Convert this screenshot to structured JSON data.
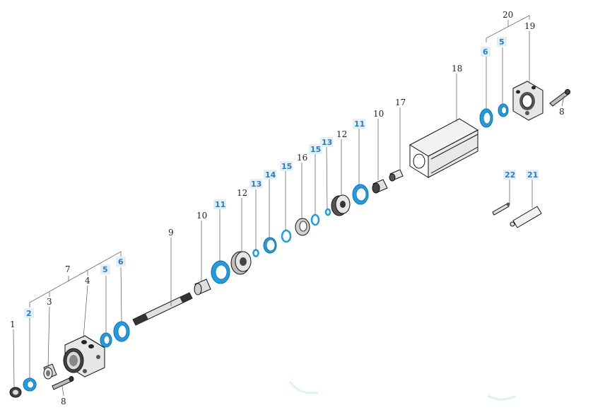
{
  "diagram": {
    "labels": [
      {
        "id": "1",
        "text": "1",
        "seal": false
      },
      {
        "id": "2",
        "text": "2",
        "seal": true
      },
      {
        "id": "3",
        "text": "3",
        "seal": false
      },
      {
        "id": "4",
        "text": "4",
        "seal": false
      },
      {
        "id": "5a",
        "text": "5",
        "seal": true
      },
      {
        "id": "6a",
        "text": "6",
        "seal": true
      },
      {
        "id": "7",
        "text": "7",
        "seal": false
      },
      {
        "id": "8a",
        "text": "8",
        "seal": false
      },
      {
        "id": "9",
        "text": "9",
        "seal": false
      },
      {
        "id": "10a",
        "text": "10",
        "seal": false
      },
      {
        "id": "11a",
        "text": "11",
        "seal": true
      },
      {
        "id": "12a",
        "text": "12",
        "seal": false
      },
      {
        "id": "13a",
        "text": "13",
        "seal": true
      },
      {
        "id": "14",
        "text": "14",
        "seal": true
      },
      {
        "id": "15a",
        "text": "15",
        "seal": true
      },
      {
        "id": "16",
        "text": "16",
        "seal": false
      },
      {
        "id": "15b",
        "text": "15",
        "seal": true
      },
      {
        "id": "13b",
        "text": "13",
        "seal": true
      },
      {
        "id": "12b",
        "text": "12",
        "seal": false
      },
      {
        "id": "11b",
        "text": "11",
        "seal": true
      },
      {
        "id": "10b",
        "text": "10",
        "seal": false
      },
      {
        "id": "17",
        "text": "17",
        "seal": false
      },
      {
        "id": "18",
        "text": "18",
        "seal": false
      },
      {
        "id": "6b",
        "text": "6",
        "seal": true
      },
      {
        "id": "5b",
        "text": "5",
        "seal": true
      },
      {
        "id": "20",
        "text": "20",
        "seal": false
      },
      {
        "id": "19",
        "text": "19",
        "seal": false
      },
      {
        "id": "8b",
        "text": "8",
        "seal": false
      },
      {
        "id": "22",
        "text": "22",
        "seal": true
      },
      {
        "id": "21",
        "text": "21",
        "seal": true
      }
    ],
    "colors": {
      "seal": "#1e9de6",
      "seal_text": "#2a7fbf",
      "line": "#111111",
      "metal": "#d9d9d9",
      "dark": "#2b2b2b"
    }
  }
}
